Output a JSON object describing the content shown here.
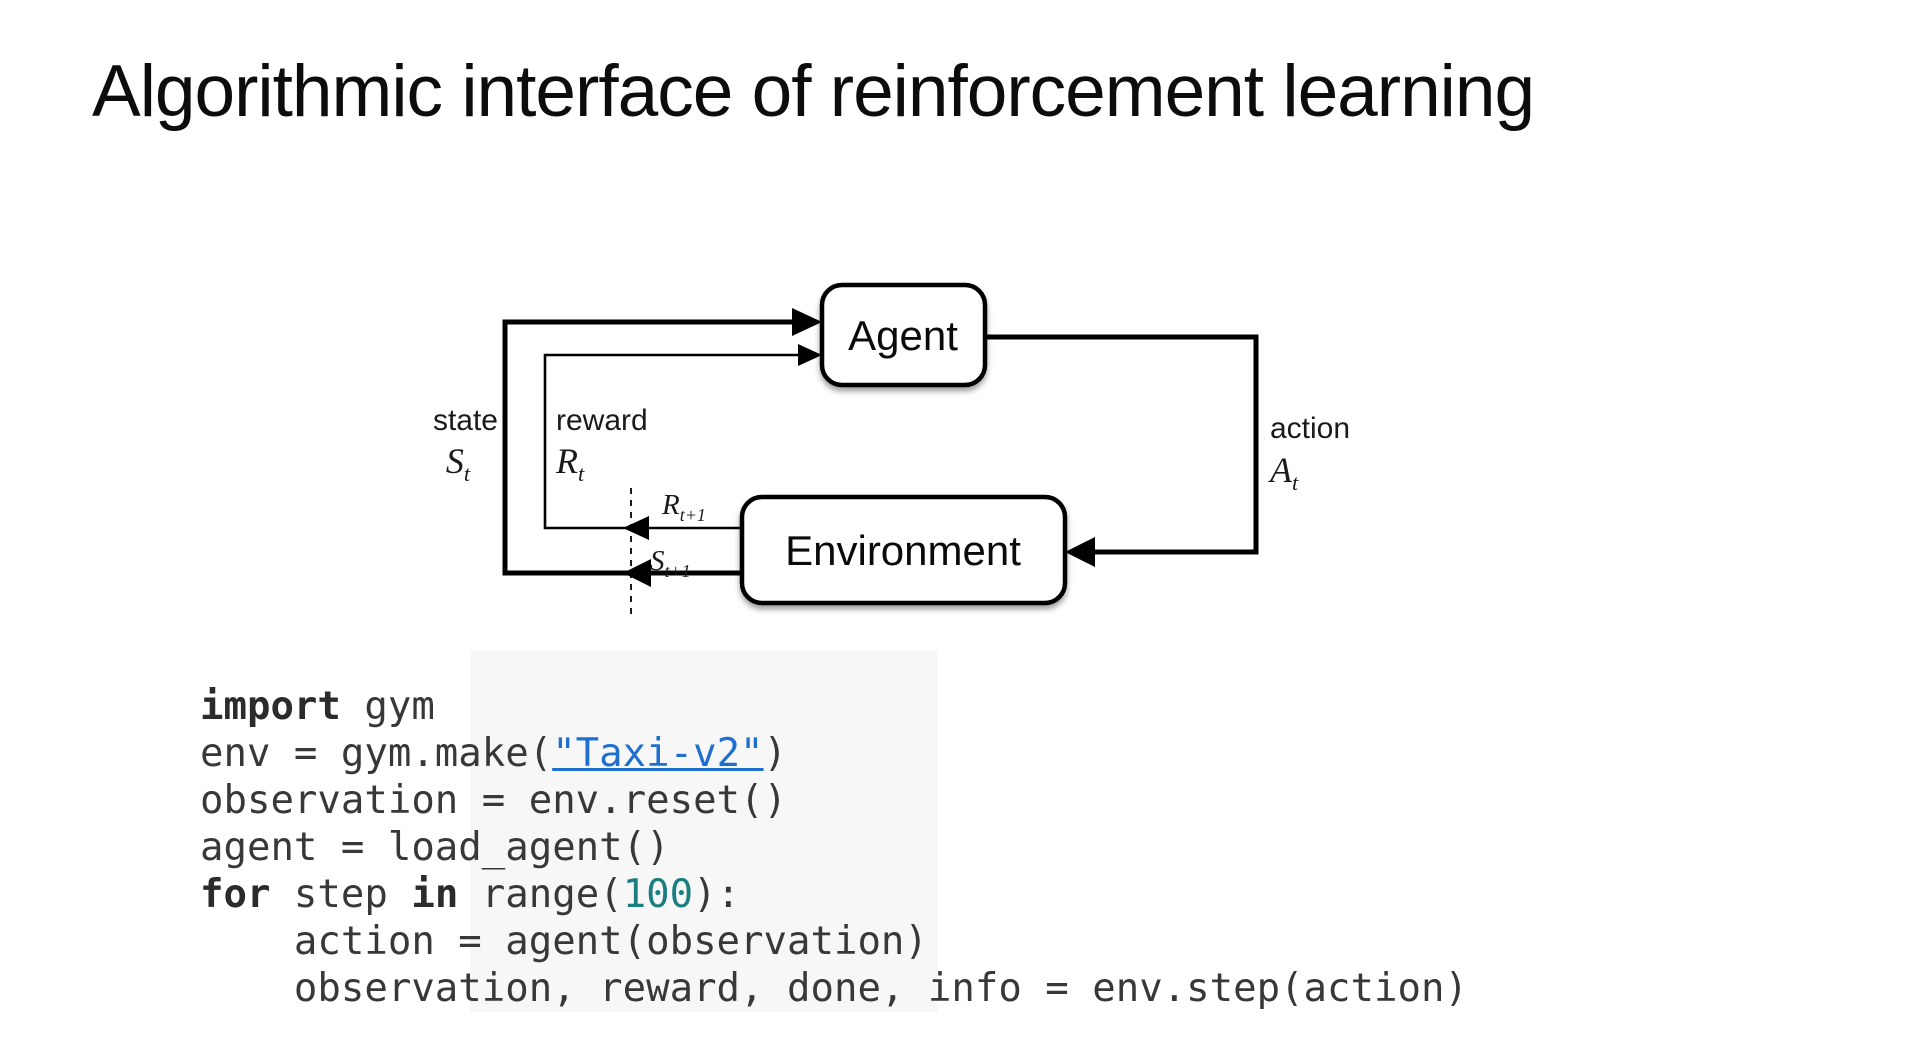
{
  "slide": {
    "title": "Algorithmic interface of reinforcement learning"
  },
  "diagram": {
    "agent_label": "Agent",
    "environment_label": "Environment",
    "state": {
      "word": "state",
      "sym": "S",
      "sub": "t"
    },
    "reward": {
      "word": "reward",
      "sym": "R",
      "sub": "t"
    },
    "action": {
      "word": "action",
      "sym": "A",
      "sub": "t"
    },
    "next_reward": {
      "sym": "R",
      "sub": "t+1"
    },
    "next_state": {
      "sym": "S",
      "sub": "t+1"
    }
  },
  "code": {
    "lines": [
      {
        "segs": [
          {
            "t": "import"
          },
          {
            "t": " gym"
          }
        ]
      },
      {
        "segs": [
          {
            "t": "env = gym.make("
          },
          {
            "t": "\"Taxi-v2\""
          },
          {
            "t": ")"
          }
        ]
      },
      {
        "segs": [
          {
            "t": "observation = env.reset()"
          }
        ]
      },
      {
        "segs": [
          {
            "t": "agent = load_agent()"
          }
        ]
      },
      {
        "segs": [
          {
            "t": "for"
          },
          {
            "t": " step "
          },
          {
            "t": "in"
          },
          {
            "t": " range("
          },
          {
            "t": "100"
          },
          {
            "t": "):"
          }
        ]
      },
      {
        "segs": [
          {
            "t": "    action = agent(observation)"
          }
        ]
      },
      {
        "segs": [
          {
            "t": "    observation, reward, done, info = env.step(action)"
          }
        ]
      }
    ]
  },
  "colors": {
    "code_text": "#383838",
    "keyword": "#2b2b2b",
    "number_teal": "#1b7f80",
    "link_blue": "#1e6fd0",
    "diagram_stroke": "#000000",
    "background": "#ffffff"
  }
}
